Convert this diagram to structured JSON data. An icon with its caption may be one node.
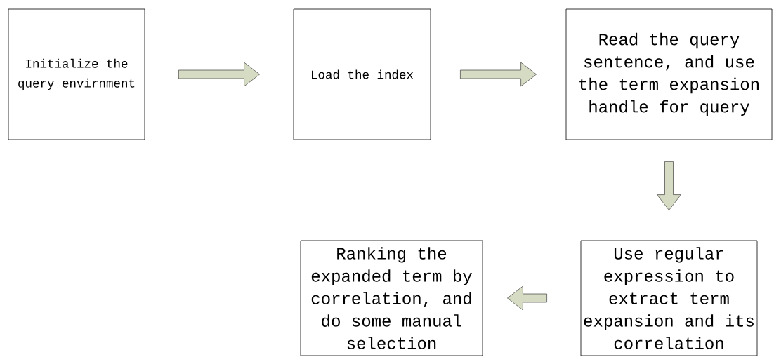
{
  "diagram": {
    "nodes": [
      {
        "text": [
          "Initialize the query envirnment"
        ]
      },
      {
        "text": [
          "Load the index"
        ]
      },
      {
        "text": [
          "Read the query sentence, and use the term expansion handle for query"
        ]
      },
      {
        "text": [
          "Use regular expression to extract term expansion and its correlation"
        ]
      },
      {
        "text": [
          "Ranking the expanded term by correlation, and do some manual selection"
        ]
      }
    ],
    "edges": [
      {
        "from": 0,
        "to": 1,
        "arrow": "to"
      },
      {
        "from": 1,
        "to": 2,
        "arrow": "to"
      },
      {
        "from": 2,
        "to": 3,
        "arrow": "to"
      },
      {
        "from": 3,
        "to": 4,
        "arrow": "to"
      }
    ]
  }
}
